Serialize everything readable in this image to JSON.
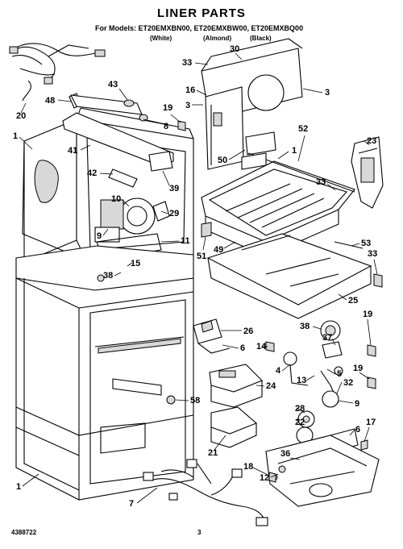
{
  "title": "LINER PARTS",
  "models_line": "For Models: ET20EMXBN00, ET20EMXBW00, ET20EMXBQ00",
  "color_codes": [
    "(White)",
    "(Almond)",
    "(Black)"
  ],
  "doc_number": "4388722",
  "page_number": "3",
  "part_numbers": [
    "1",
    "1",
    "1",
    "3",
    "3",
    "4",
    "5",
    "6",
    "6",
    "7",
    "8",
    "9",
    "9",
    "10",
    "11",
    "12",
    "13",
    "14",
    "15",
    "16",
    "17",
    "18",
    "19",
    "19",
    "19",
    "20",
    "21",
    "22",
    "23",
    "24",
    "25",
    "26",
    "28",
    "29",
    "30",
    "32",
    "33",
    "33",
    "33",
    "36",
    "37",
    "38",
    "38",
    "39",
    "41",
    "42",
    "43",
    "48",
    "49",
    "50",
    "51",
    "52",
    "53",
    "58"
  ]
}
